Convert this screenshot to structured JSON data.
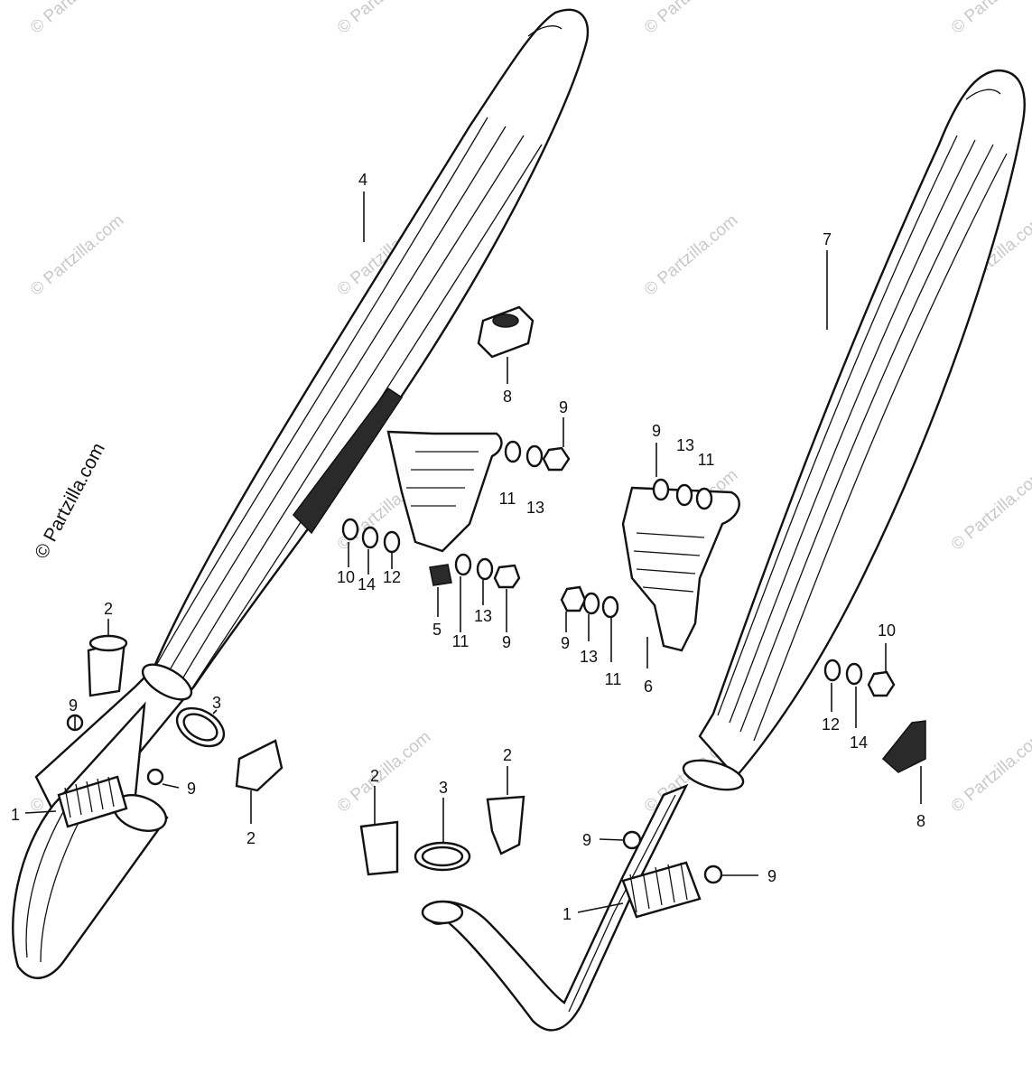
{
  "watermark": "© Partzilla.com",
  "callouts": [
    {
      "id": "c4",
      "text": "4"
    },
    {
      "id": "c7",
      "text": "7"
    },
    {
      "id": "c8a",
      "text": "8"
    },
    {
      "id": "c9a",
      "text": "9"
    },
    {
      "id": "c11a",
      "text": "11"
    },
    {
      "id": "c13a",
      "text": "13"
    },
    {
      "id": "c10a",
      "text": "10"
    },
    {
      "id": "c14a",
      "text": "14"
    },
    {
      "id": "c12a",
      "text": "12"
    },
    {
      "id": "c5",
      "text": "5"
    },
    {
      "id": "c11b",
      "text": "11"
    },
    {
      "id": "c13b",
      "text": "13"
    },
    {
      "id": "c9b",
      "text": "9"
    },
    {
      "id": "c9c",
      "text": "9"
    },
    {
      "id": "c13c",
      "text": "13"
    },
    {
      "id": "c11c",
      "text": "11"
    },
    {
      "id": "c9d",
      "text": "9"
    },
    {
      "id": "c13d",
      "text": "13"
    },
    {
      "id": "c11d",
      "text": "11"
    },
    {
      "id": "c6",
      "text": "6"
    },
    {
      "id": "c10b",
      "text": "10"
    },
    {
      "id": "c12b",
      "text": "12"
    },
    {
      "id": "c14b",
      "text": "14"
    },
    {
      "id": "c8b",
      "text": "8"
    },
    {
      "id": "c2a",
      "text": "2"
    },
    {
      "id": "c3a",
      "text": "3"
    },
    {
      "id": "c9e",
      "text": "9"
    },
    {
      "id": "c9f",
      "text": "9"
    },
    {
      "id": "c1a",
      "text": "1"
    },
    {
      "id": "c2b",
      "text": "2"
    },
    {
      "id": "c2c",
      "text": "2"
    },
    {
      "id": "c3b",
      "text": "3"
    },
    {
      "id": "c2d",
      "text": "2"
    },
    {
      "id": "c9g",
      "text": "9"
    },
    {
      "id": "c9h",
      "text": "9"
    },
    {
      "id": "c1b",
      "text": "1"
    }
  ]
}
